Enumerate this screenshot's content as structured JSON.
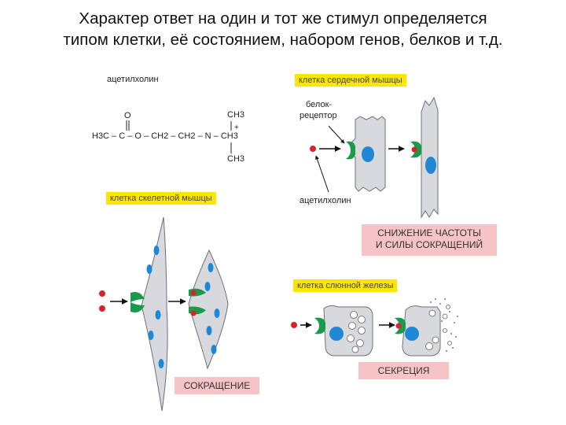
{
  "title": {
    "line1": "Характер ответ на один и тот же стимул определяется",
    "line2": "типом клетки, её состоянием, набором генов, белков и т.д."
  },
  "molecule": {
    "name": "ацетилхолин",
    "o_top": "O",
    "ch3_top": "CH3",
    "plus": "+",
    "main": "H3C – C – O – CH2 – CH2 – N – CH3",
    "ch3_bottom": "CH3"
  },
  "heart": {
    "label": "клетка сердечной мышцы",
    "receptor_label_1": "белок-",
    "receptor_label_2": "рецептор",
    "ligand_label": "ацетилхолин",
    "result_line1": "СНИЖЕНИЕ ЧАСТОТЫ",
    "result_line2": "И СИЛЫ СОКРАЩЕНИЙ"
  },
  "skeletal": {
    "label": "клетка скелетной мышцы",
    "result": "СОКРАЩЕНИЕ"
  },
  "salivary": {
    "label": "клетка слюнной железы",
    "result": "СЕКРЕЦИЯ"
  },
  "colors": {
    "label_bg": "#ffe600",
    "result_bg": "#f6c3c6",
    "cell_fill": "#d7d9dc",
    "nucleus": "#1e88d6",
    "receptor": "#1a9a4a",
    "ligand": "#d8232a"
  }
}
